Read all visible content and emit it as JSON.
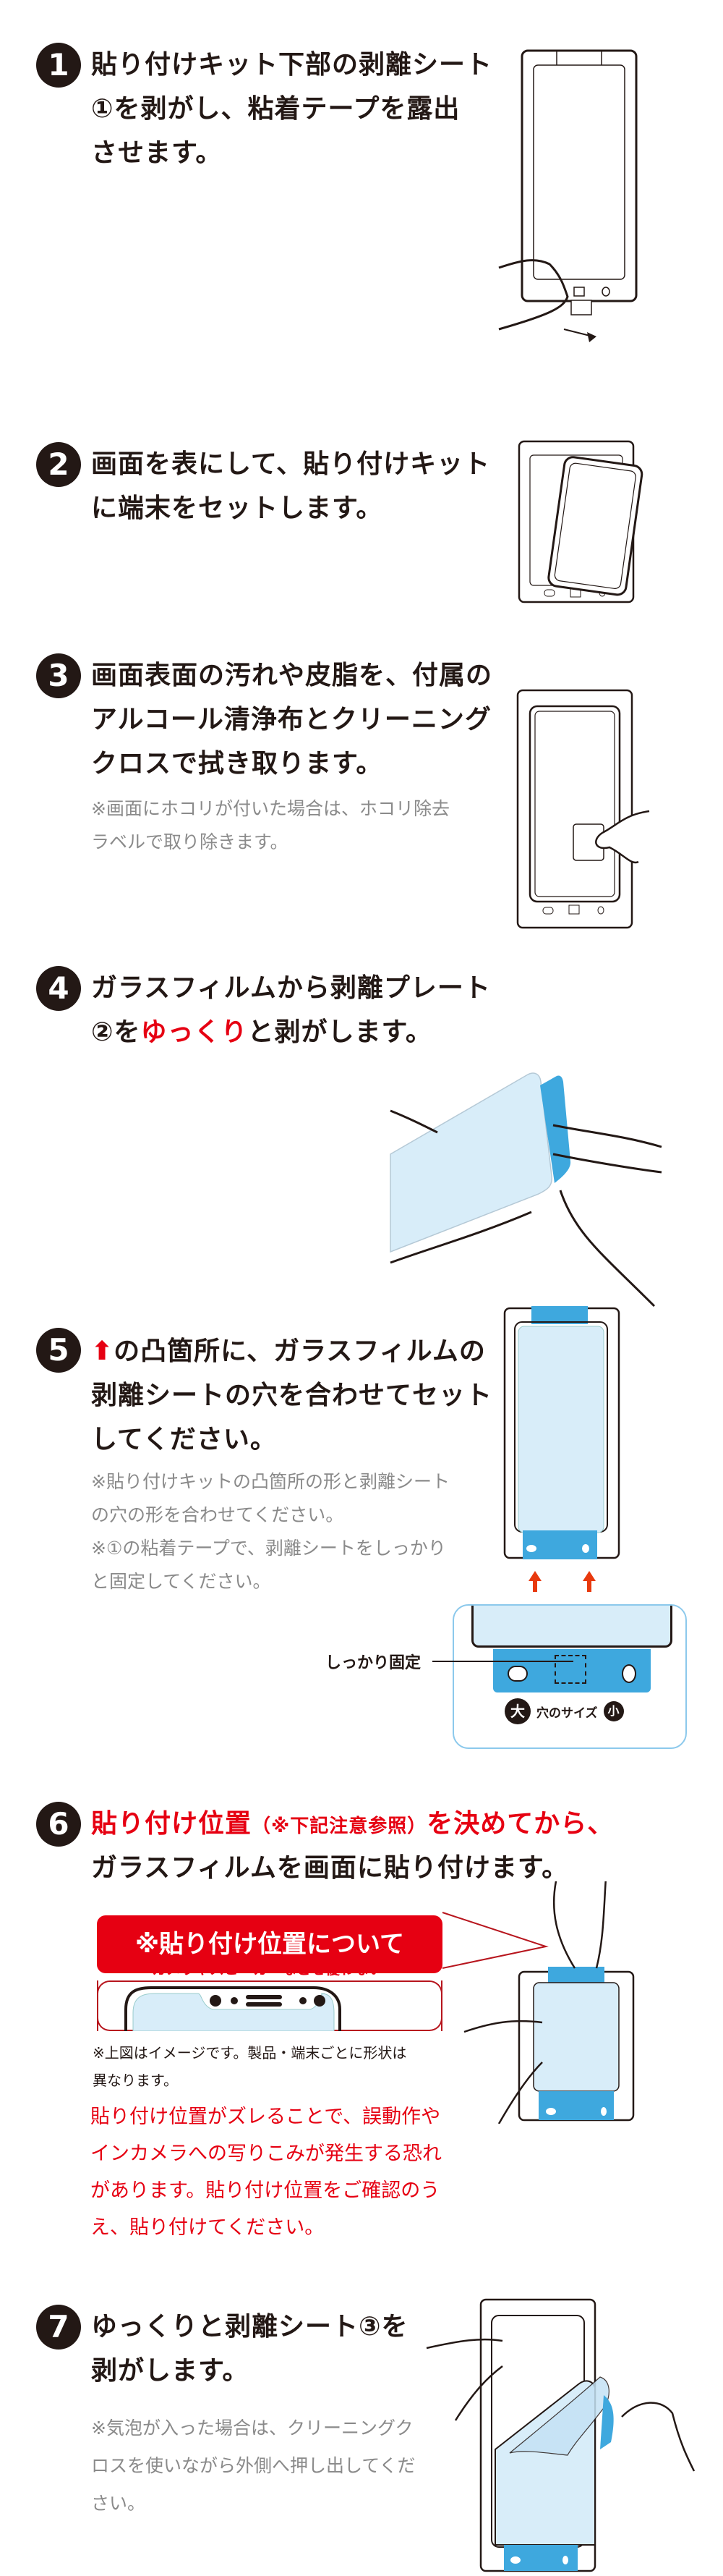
{
  "steps": [
    {
      "num": "1",
      "lines": [
        "貼り付けキット下部の剥離シート",
        "①を剥がし、粘着テープを露出",
        "させます。"
      ]
    },
    {
      "num": "2",
      "lines": [
        "画面を表にして、貼り付けキット",
        "に端末をセットします。"
      ]
    },
    {
      "num": "3",
      "lines": [
        "画面表面の汚れや皮脂を、付属の",
        "アルコール清浄布とクリーニング",
        "クロスで拭き取ります。"
      ],
      "notes": [
        "※画面にホコリが付いた場合は、ホコリ除去",
        "ラベルで取り除きます。"
      ]
    },
    {
      "num": "4",
      "line1": "ガラスフィルムから剥離プレート",
      "line2_pre": "②を",
      "line2_red": "ゆっくり",
      "line2_post": "と剥がします。"
    },
    {
      "num": "5",
      "line1_arrow": "⬆",
      "line1": "の凸箇所に、ガラスフィルムの",
      "lines": [
        "剥離シートの穴を合わせてセット",
        "してください。"
      ],
      "notes": [
        "※貼り付けキットの凸箇所の形と剥離シート",
        "の穴の形を合わせてください。",
        "※①の粘着テープで、剥離シートをしっかり",
        "と固定してください。"
      ],
      "callout": {
        "fix_label": "しっかり固定",
        "size_large": "大",
        "size_label": "穴のサイズ",
        "size_small": "小"
      }
    },
    {
      "num": "6",
      "line1_red": "貼り付け位置",
      "line1_red_small": "（※下記注意参照）",
      "line1_red2": "を決めてから、",
      "line2": "ガラスフィルムを画面に貼り付けます。",
      "banner": "※貼り付け位置について",
      "diagram_label": "カメラやスピーカーなどを覆わない",
      "notes": [
        "※上図はイメージです。製品・端末ごとに形状は",
        "異なります。"
      ],
      "warning": [
        "貼り付け位置がズレることで、誤動作や",
        "インカメラへの写りこみが発生する恐れ",
        "があります。貼り付け位置をご確認のう",
        "え、貼り付けてください。"
      ]
    },
    {
      "num": "7",
      "lines": [
        "ゆっくりと剥離シート③を",
        "剥がします。"
      ],
      "notes": [
        "※気泡が入った場合は、クリーニングク",
        "ロスを使いながら外側へ押し出してくだ",
        "さい。"
      ]
    }
  ],
  "colors": {
    "accent_red": "#e60012",
    "blue_tab": "#3ea8de",
    "film_blue": "#d8edf9",
    "text": "#231815",
    "note_gray": "#8a8a8a"
  }
}
